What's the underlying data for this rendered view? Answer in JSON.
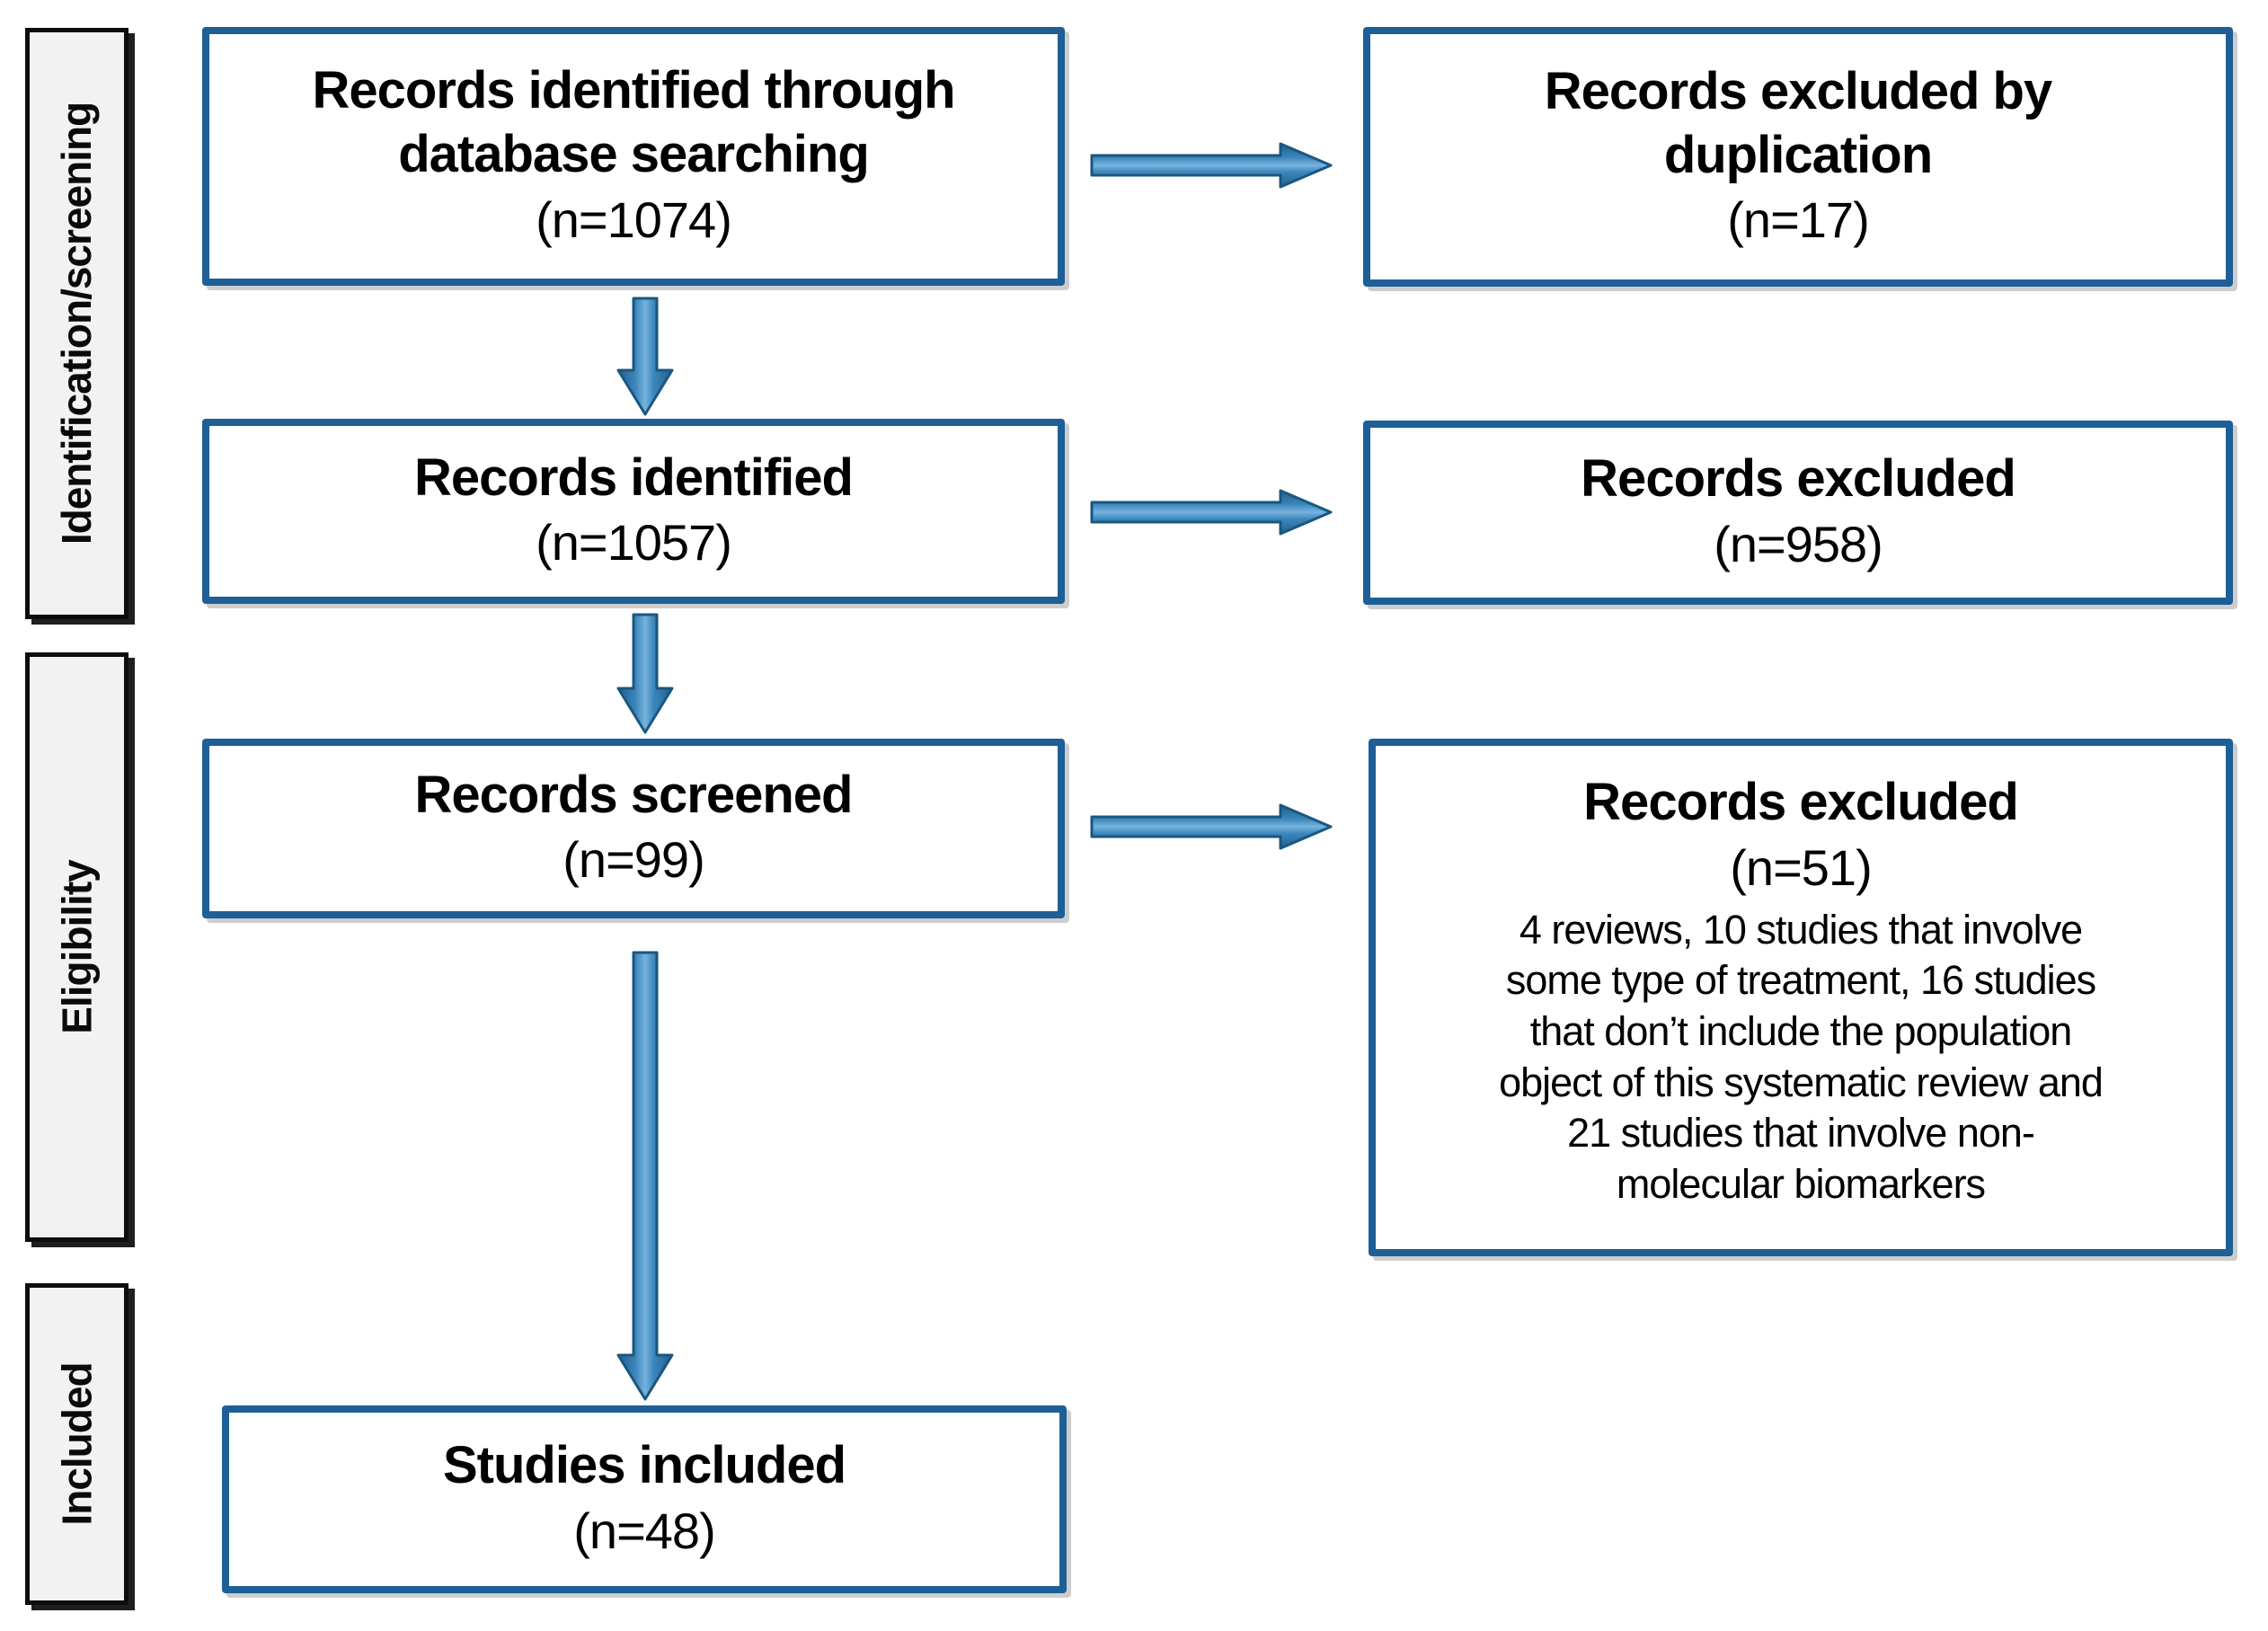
{
  "diagram_type": "prisma-flowchart",
  "colors": {
    "background": "#ffffff",
    "flow_box_border": "#1d5f96",
    "flow_box_fill": "#ffffff",
    "arrow_stroke": "#1a577f",
    "arrow_dark": "#205f8f",
    "arrow_mid": "#3c86bb",
    "arrow_light": "#77b3de",
    "sidebar_fill": "#f2f2f2",
    "sidebar_border": "#0d0d0d",
    "text": "#000000"
  },
  "sidebar": {
    "labels": [
      {
        "text": "Identification/screening"
      },
      {
        "text": "Eligibility"
      },
      {
        "text": "Included"
      }
    ]
  },
  "boxes": {
    "identified_db": {
      "line1": "Records identified through",
      "line2": "database searching",
      "count": "(n=1074)"
    },
    "excluded_duplication": {
      "line1": "Records excluded by",
      "line2": "duplication",
      "count": "(n=17)"
    },
    "identified": {
      "line1": "Records identified",
      "count": "(n=1057)"
    },
    "excluded_screening": {
      "line1": "Records excluded",
      "count": "(n=958)"
    },
    "screened": {
      "line1": "Records screened",
      "count": "(n=99)"
    },
    "excluded_eligibility": {
      "line1": "Records excluded",
      "count": "(n=51)",
      "detail_lines": [
        "4 reviews, 10 studies that involve",
        "some type of treatment, 16 studies",
        "that don’t include the population",
        "object of this systematic review and",
        "21 studies that involve non-",
        "molecular biomarkers"
      ]
    },
    "included": {
      "line1": "Studies included",
      "count": "(n=48)"
    }
  }
}
